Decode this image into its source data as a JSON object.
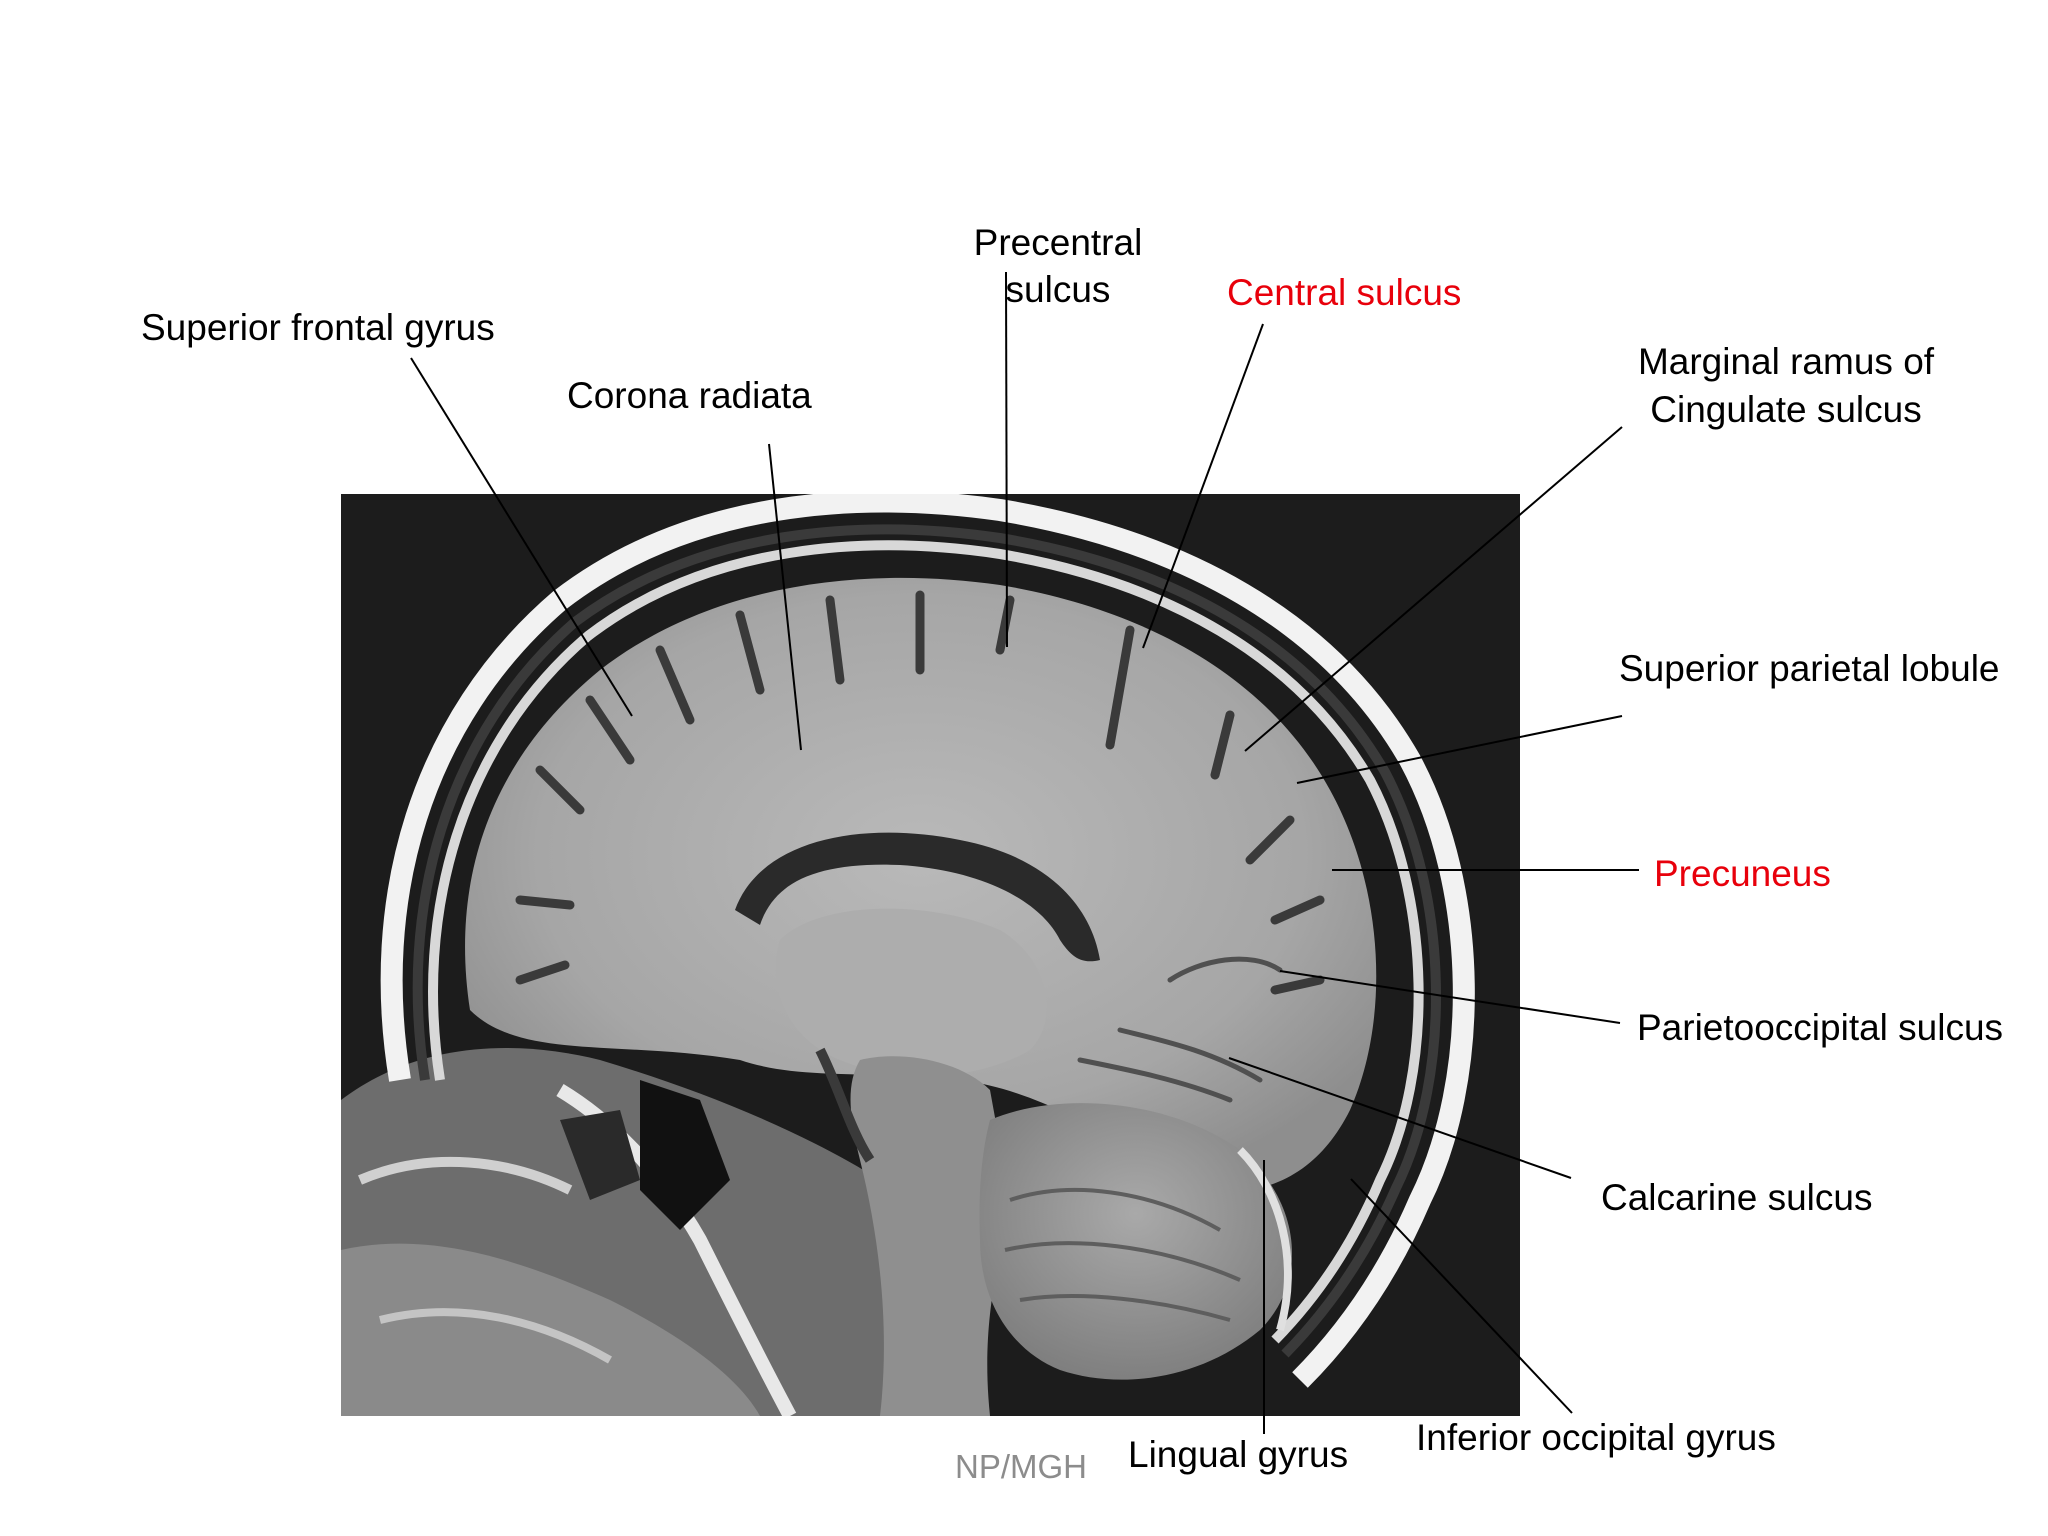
{
  "labels": {
    "superior_frontal_gyrus": "Superior frontal gyrus",
    "corona_radiata": "Corona radiata",
    "precentral_sulcus_line1": "Precentral",
    "precentral_sulcus_line2": "sulcus",
    "central_sulcus": "Central sulcus",
    "marginal_ramus_line1": "Marginal ramus of",
    "marginal_ramus_line2": "Cingulate sulcus",
    "superior_parietal_lobule": "Superior parietal lobule",
    "precuneus": "Precuneus",
    "parietooccipital_sulcus": "Parietooccipital sulcus",
    "calcarine_sulcus": "Calcarine sulcus",
    "inferior_occipital_gyrus": "Inferior occipital gyrus",
    "lingual_gyrus": "Lingual gyrus"
  },
  "credit": "NP/MGH",
  "colors": {
    "highlight_label": "#e8000b",
    "label": "#000000",
    "credit": "#8c8c8c",
    "scan_background": "#1c1c1c"
  }
}
